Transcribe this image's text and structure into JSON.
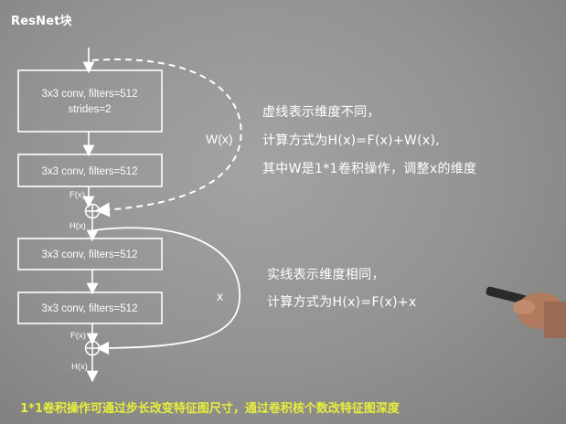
{
  "title": "ResNet块",
  "top_block": {
    "box1_line1": "3x3 conv, filters=512",
    "box1_line2": "strides=2",
    "box2_label": "3x3 conv, filters=512",
    "fx_label": "F(x)",
    "hx_label": "H(x)",
    "shortcut_label": "W(x)"
  },
  "bottom_block": {
    "box1_label": "3x3 conv, filters=512",
    "box2_label": "3x3 conv, filters=512",
    "fx_label": "F(x)",
    "hx_label": "H(x)",
    "shortcut_label": "x"
  },
  "notes_dashed": [
    "虚线表示维度不同，",
    "计算方式为H(x)=F(x)+W(x),",
    "其中W是1*1卷积操作，调整x的维度"
  ],
  "notes_solid": [
    "实线表示维度相同，",
    "计算方式为H(x)=F(x)+x"
  ],
  "bottom_caption": "1*1卷积操作可通过步长改变特征图尺寸，通过卷积核个数改特征图深度",
  "colors": {
    "caption": "#e8ee3c",
    "lines": "#ffffff"
  }
}
